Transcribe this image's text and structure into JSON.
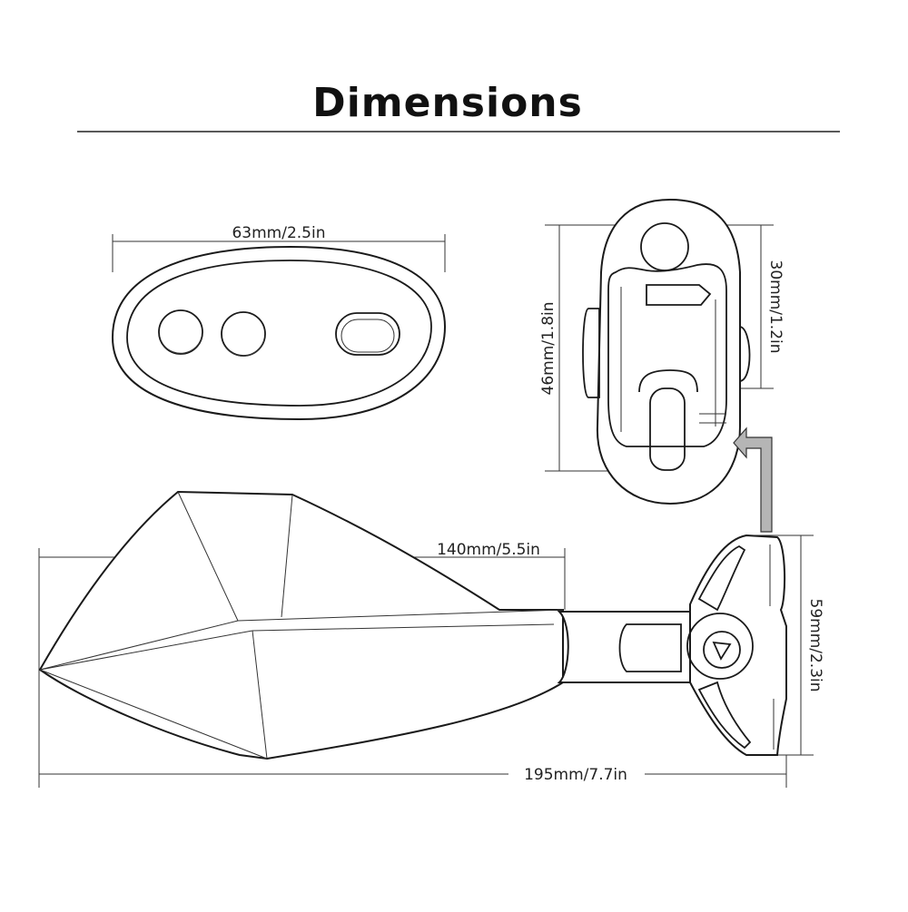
{
  "title": "Dimensions",
  "colors": {
    "line": "#222222",
    "arrow_fill": "#b5b5b5"
  },
  "dimensions": {
    "base_width": "63mm/2.5in",
    "mount_height": "46mm/1.8in",
    "mount_inner_height": "30mm/1.2in",
    "mirror_length": "140mm/5.5in",
    "total_length": "195mm/7.7in",
    "mount_depth": "59mm/2.3in"
  }
}
